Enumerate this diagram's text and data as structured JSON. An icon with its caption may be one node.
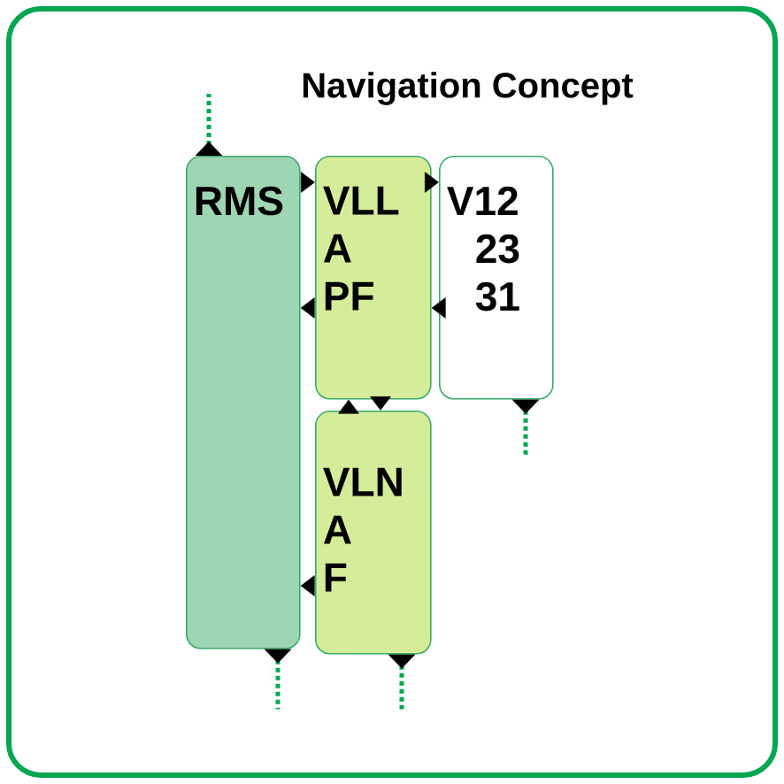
{
  "diagram": {
    "title": "Navigation Concept",
    "nodes": [
      {
        "text": [
          "RMS"
        ]
      },
      {
        "text": [
          "VLL",
          "A",
          "PF"
        ]
      },
      {
        "text": [
          "V12",
          "23",
          "31"
        ]
      },
      {
        "text": [
          "VLN",
          "A",
          "F"
        ]
      }
    ],
    "edges": [
      {
        "from": 0,
        "to": 1,
        "arrow": "to"
      },
      {
        "from": 1,
        "to": 2,
        "arrow": "to"
      },
      {
        "from": 2,
        "to": 1,
        "arrow": "to"
      },
      {
        "from": 1,
        "to": 0,
        "arrow": "to"
      },
      {
        "from": 3,
        "to": 1,
        "arrow": "to"
      },
      {
        "from": 1,
        "to": 3,
        "arrow": "to"
      },
      {
        "from": 3,
        "to": 0,
        "arrow": "to"
      },
      {
        "from": 0,
        "to": null,
        "arrow": "to",
        "style": "dashed",
        "color": "#00a651"
      },
      {
        "from": 0,
        "to": null,
        "arrow": "to",
        "style": "dashed",
        "color": "#00a651"
      },
      {
        "from": 3,
        "to": null,
        "arrow": "to",
        "style": "dashed",
        "color": "#00a651"
      },
      {
        "from": 2,
        "to": null,
        "arrow": "to",
        "style": "dashed",
        "color": "#00a651"
      }
    ]
  }
}
